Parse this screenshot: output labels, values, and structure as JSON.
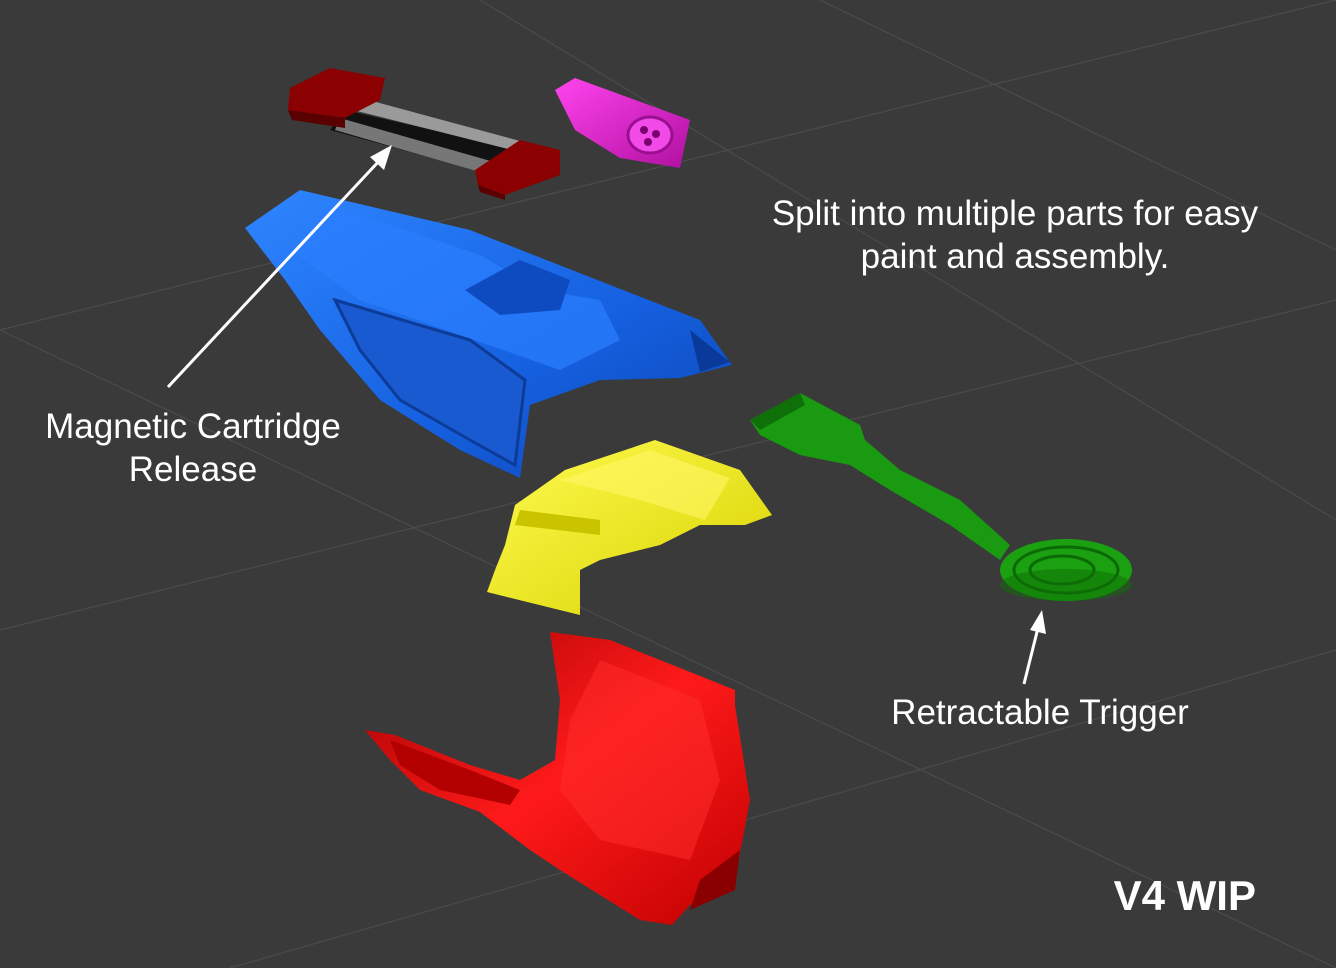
{
  "annotations": {
    "split_line1": "Split into multiple parts for easy",
    "split_line2": "paint and assembly.",
    "magnetic_line1": "Magnetic Cartridge",
    "magnetic_line2": "Release",
    "trigger": "Retractable Trigger",
    "version": "V4 WIP"
  },
  "colors": {
    "background": "#3a3a3a",
    "grid_line": "#4a4a4a",
    "cartridge_end_caps": "#8b0000",
    "top_piece": "#e01bd0",
    "main_body": "#1660e8",
    "yellow_shell": "#f2ee10",
    "trigger": "#1a9a10",
    "lower_grip": "#ee0f0f",
    "text": "#ffffff"
  },
  "parts": [
    "magnetic-cartridge-release",
    "magenta-top-piece",
    "blue-main-body",
    "yellow-shell",
    "retractable-trigger",
    "red-lower-grip"
  ]
}
